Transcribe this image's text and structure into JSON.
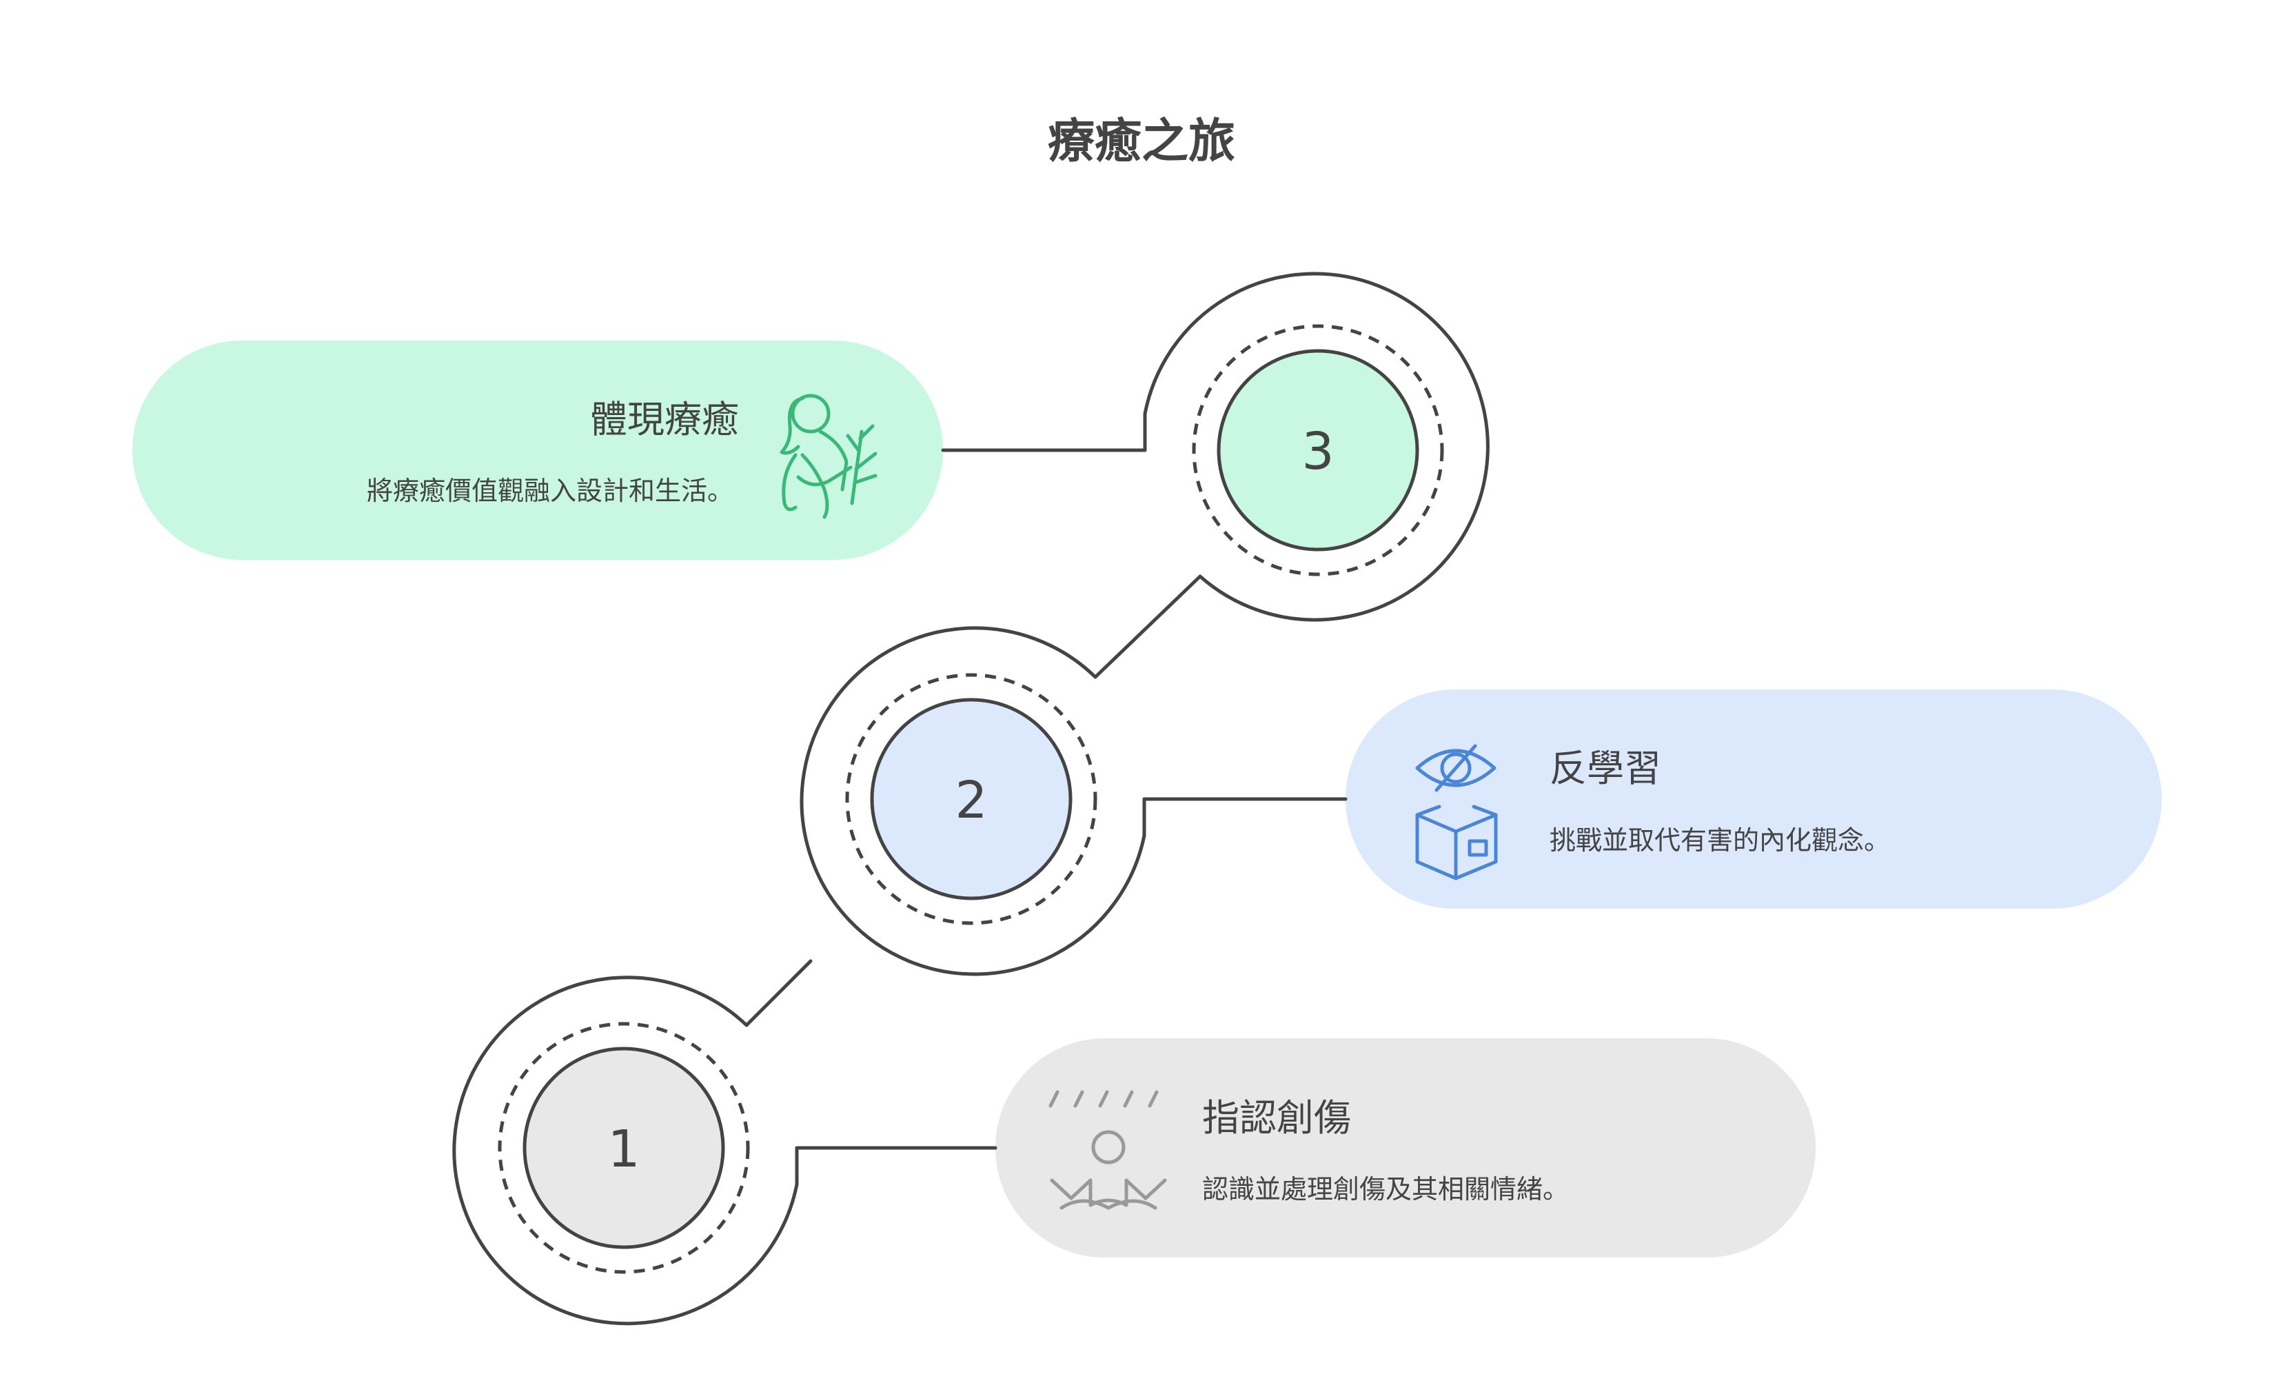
{
  "title": "療癒之旅",
  "colors": {
    "line": "#444444",
    "step1_fill": "#e8e8e8",
    "step2_fill": "#dce8fc",
    "step3_fill": "#c8f8e2",
    "step1_icon": "#999999",
    "step2_icon": "#4a86d8",
    "step3_icon": "#3ab878"
  },
  "steps": [
    {
      "number": "1",
      "title": "指認創傷",
      "description": "認識並處理創傷及其相關情緒。",
      "icon": "meditating-person-icon"
    },
    {
      "number": "2",
      "title": "反學習",
      "description": "挑戰並取代有害的內化觀念。",
      "icon": "hidden-eye-book-icon"
    },
    {
      "number": "3",
      "title": "體現療癒",
      "description": "將療癒價值觀融入設計和生活。",
      "icon": "woman-with-plant-icon"
    }
  ]
}
